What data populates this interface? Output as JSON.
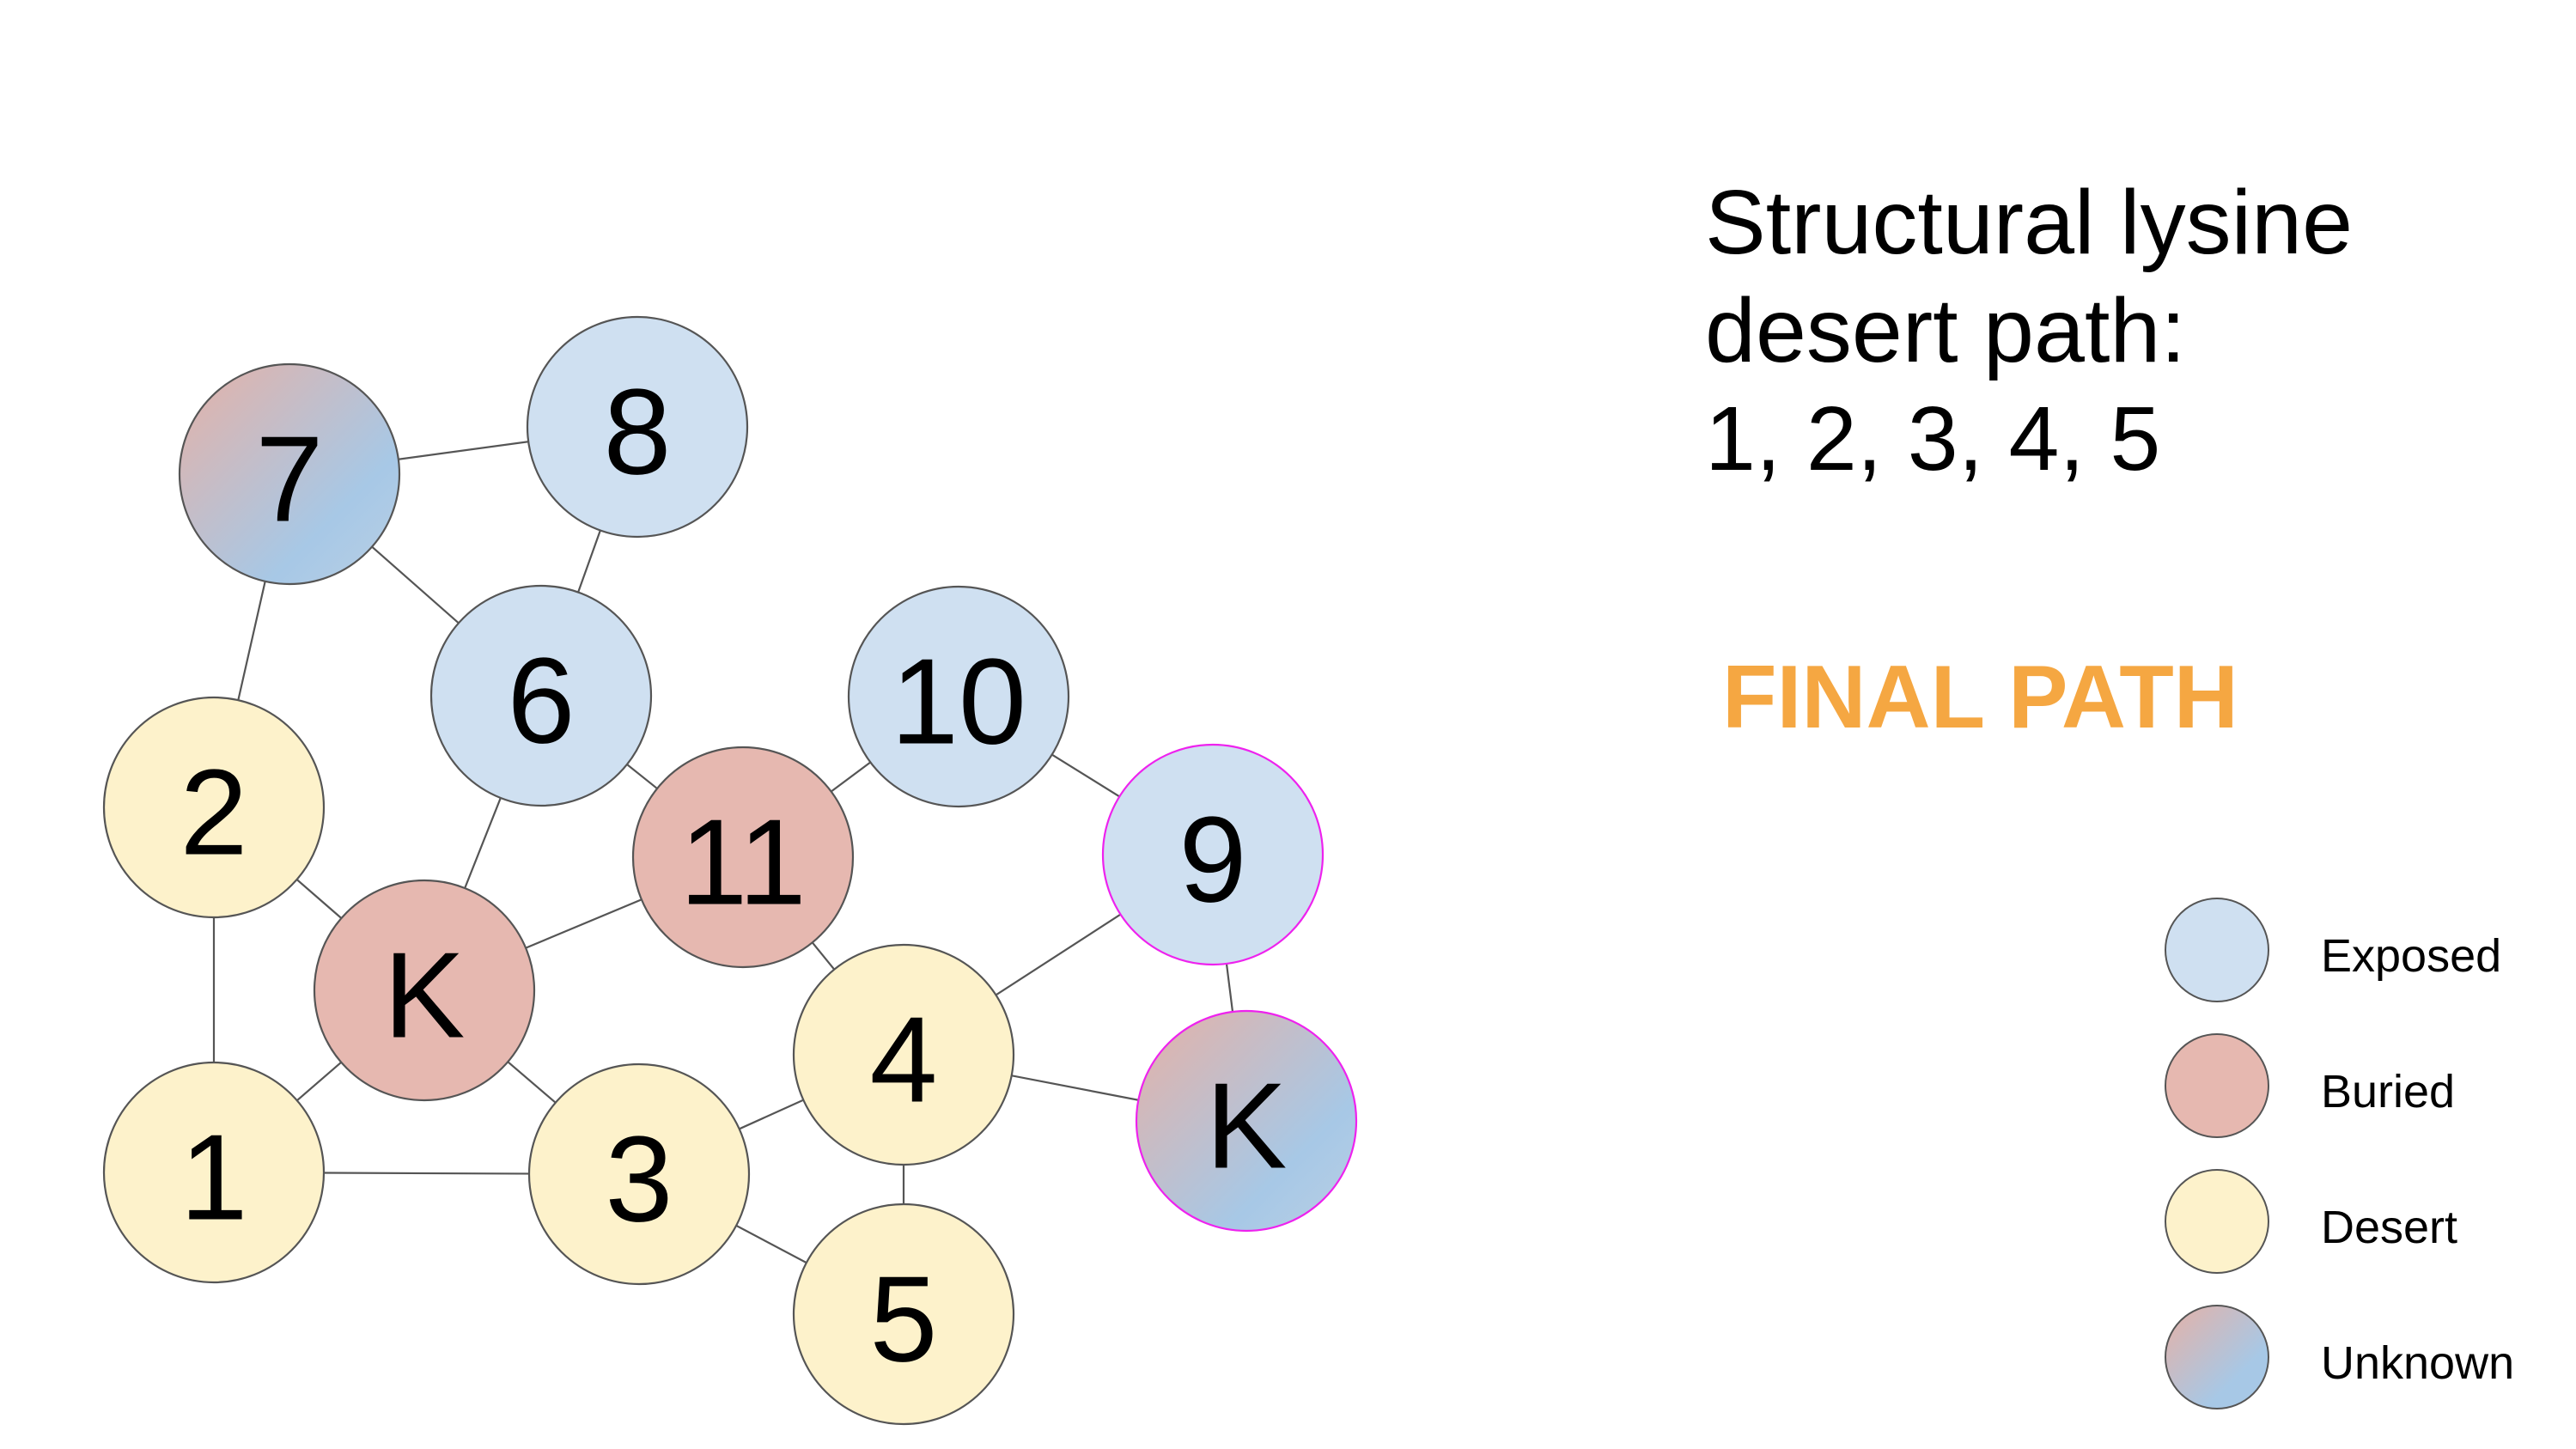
{
  "title_lines": [
    "Structural lysine",
    "desert path:",
    "1, 2, 3, 4, 5"
  ],
  "final_path_label": "FINAL PATH",
  "colors": {
    "exposed": "#cfe0f1",
    "buried": "#e6b8b0",
    "desert": "#fdf2cb",
    "unknown_from": "#d8b6b4",
    "unknown_to": "#a7c8e6",
    "final_path": "#f5a742",
    "highlight_ring": "#ee22ee",
    "edge": "#555555"
  },
  "legend": [
    {
      "label": "Exposed",
      "category": "exposed"
    },
    {
      "label": "Buried",
      "category": "buried"
    },
    {
      "label": "Desert",
      "category": "desert"
    },
    {
      "label": "Unknown",
      "category": "unknown"
    }
  ],
  "nodes": [
    {
      "id": "n1",
      "label": "1",
      "category": "desert",
      "highlighted": false
    },
    {
      "id": "n2",
      "label": "2",
      "category": "desert",
      "highlighted": false
    },
    {
      "id": "n3",
      "label": "3",
      "category": "desert",
      "highlighted": false
    },
    {
      "id": "n4",
      "label": "4",
      "category": "desert",
      "highlighted": false
    },
    {
      "id": "n5",
      "label": "5",
      "category": "desert",
      "highlighted": false
    },
    {
      "id": "n6",
      "label": "6",
      "category": "exposed",
      "highlighted": false
    },
    {
      "id": "n7",
      "label": "7",
      "category": "unknown",
      "highlighted": false
    },
    {
      "id": "n8",
      "label": "8",
      "category": "exposed",
      "highlighted": false
    },
    {
      "id": "n9",
      "label": "9",
      "category": "exposed",
      "highlighted": true
    },
    {
      "id": "n10",
      "label": "10",
      "category": "exposed",
      "highlighted": false
    },
    {
      "id": "n11",
      "label": "11",
      "category": "buried",
      "highlighted": false
    },
    {
      "id": "kb",
      "label": "K",
      "category": "buried",
      "highlighted": false
    },
    {
      "id": "ku",
      "label": "K",
      "category": "unknown",
      "highlighted": true
    }
  ],
  "edges": [
    [
      "n7",
      "n8"
    ],
    [
      "n7",
      "n6"
    ],
    [
      "n7",
      "n2"
    ],
    [
      "n8",
      "n6"
    ],
    [
      "n6",
      "kb"
    ],
    [
      "n6",
      "n11"
    ],
    [
      "n11",
      "n10"
    ],
    [
      "n11",
      "kb"
    ],
    [
      "n11",
      "n4"
    ],
    [
      "n10",
      "n9"
    ],
    [
      "n9",
      "n4"
    ],
    [
      "n9",
      "ku"
    ],
    [
      "n2",
      "kb"
    ],
    [
      "n2",
      "n1"
    ],
    [
      "kb",
      "n1"
    ],
    [
      "kb",
      "n3"
    ],
    [
      "n1",
      "n3"
    ],
    [
      "n3",
      "n4"
    ],
    [
      "n3",
      "n5"
    ],
    [
      "n4",
      "n5"
    ],
    [
      "n4",
      "ku"
    ]
  ]
}
